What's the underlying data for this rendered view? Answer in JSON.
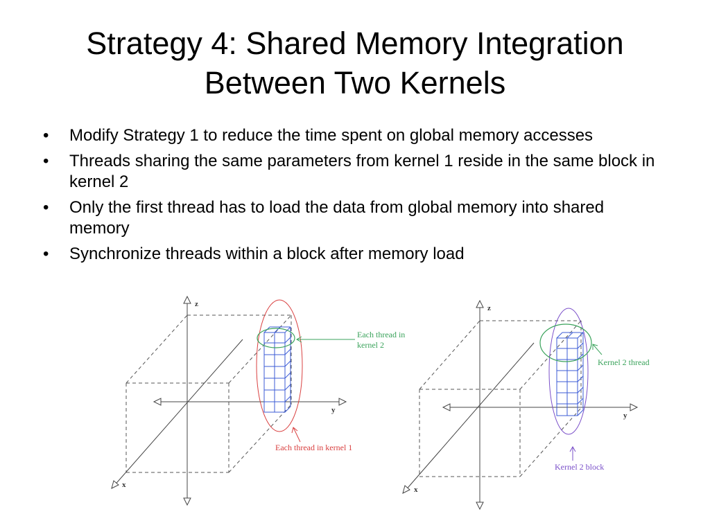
{
  "slide": {
    "title": "Strategy 4: Shared Memory Integration Between Two Kernels",
    "bullets": [
      "Modify Strategy 1 to reduce the time spent on global memory accesses",
      "Threads sharing the same parameters from kernel 1 reside in the same block in kernel 2",
      "Only the first thread has to load the data from global memory into shared memory",
      "Synchronize threads within a block after memory load"
    ],
    "bullet_glyph": "•"
  },
  "diagram_left": {
    "axis_z": "z",
    "axis_y": "y",
    "axis_x": "x",
    "label_green_line1": "Each thread in",
    "label_green_line2": "kernel 2",
    "label_red": "Each thread in kernel 1",
    "colors": {
      "green": "#3aa35b",
      "red": "#d94040",
      "blue": "#3b5bd6",
      "axis": "#444444"
    }
  },
  "diagram_right": {
    "axis_z": "z",
    "axis_y": "y",
    "axis_x": "x",
    "label_green": "Kernel 2 thread",
    "label_purple": "Kernel 2 block",
    "colors": {
      "green": "#3aa35b",
      "purple": "#7a4fc9",
      "blue": "#3b5bd6",
      "axis": "#444444"
    }
  }
}
